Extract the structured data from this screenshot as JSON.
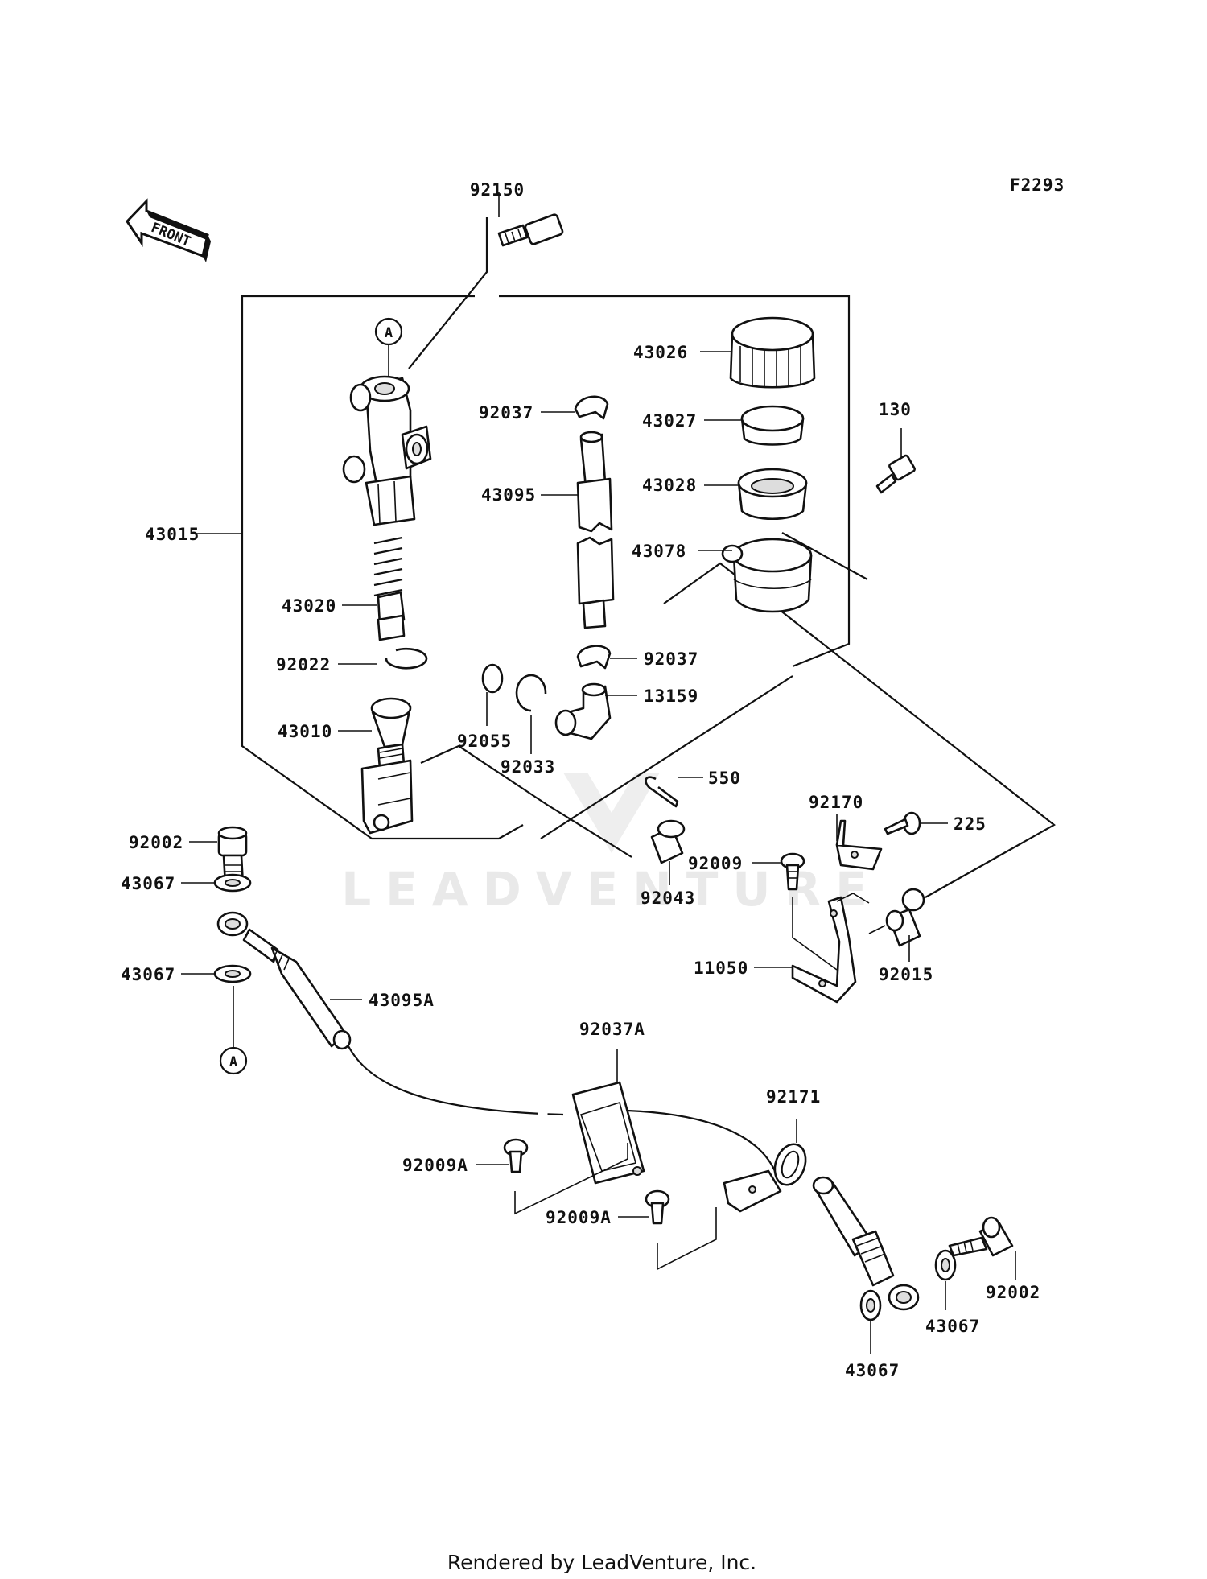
{
  "diagram_code": "F2293",
  "direction_arrow": "FRONT",
  "ref_marker": "A",
  "watermark": "LEADVENTURE",
  "footer": "Rendered by LeadVenture, Inc.",
  "part_numbers": {
    "p92150": "92150",
    "p43015": "43015",
    "p43026": "43026",
    "p92037_top": "92037",
    "p43027": "43027",
    "p130": "130",
    "p43095": "43095",
    "p43028": "43028",
    "p43078": "43078",
    "p43020": "43020",
    "p92037_bottom": "92037",
    "p92022": "92022",
    "p13159": "13159",
    "p43010": "43010",
    "p92055": "92055",
    "p92033": "92033",
    "p550": "550",
    "p92170": "92170",
    "p225": "225",
    "p92002_left": "92002",
    "p92009": "92009",
    "p92043": "92043",
    "p43067_1": "43067",
    "p11050": "11050",
    "p92015": "92015",
    "p43067_2": "43067",
    "p43095A": "43095A",
    "p92037A": "92037A",
    "p92171": "92171",
    "p92009A_1": "92009A",
    "p92009A_2": "92009A",
    "p92002_right": "92002",
    "p43067_3": "43067",
    "p43067_4": "43067"
  }
}
